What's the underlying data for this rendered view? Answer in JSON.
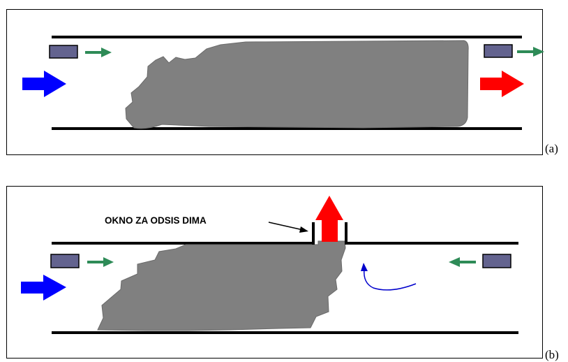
{
  "panels": [
    {
      "id": "a",
      "label": "(a)"
    },
    {
      "id": "b",
      "label": "(b)",
      "callout": "OKNO ZA ODSIS DIMA"
    }
  ],
  "colors": {
    "smoke": "#808080",
    "fan": "#63638f",
    "fresh_air_arrow": "#0000ff",
    "hot_smoke_arrow": "#ff0000",
    "fan_airflow_arrow": "#2e8b57",
    "tunnel_wall": "#000000",
    "recirculation_arrow": "#0000cc"
  },
  "icons": [
    "jet-fan-icon",
    "airflow-arrow-icon",
    "extraction-arrow-icon",
    "recirculation-arrow-icon"
  ]
}
